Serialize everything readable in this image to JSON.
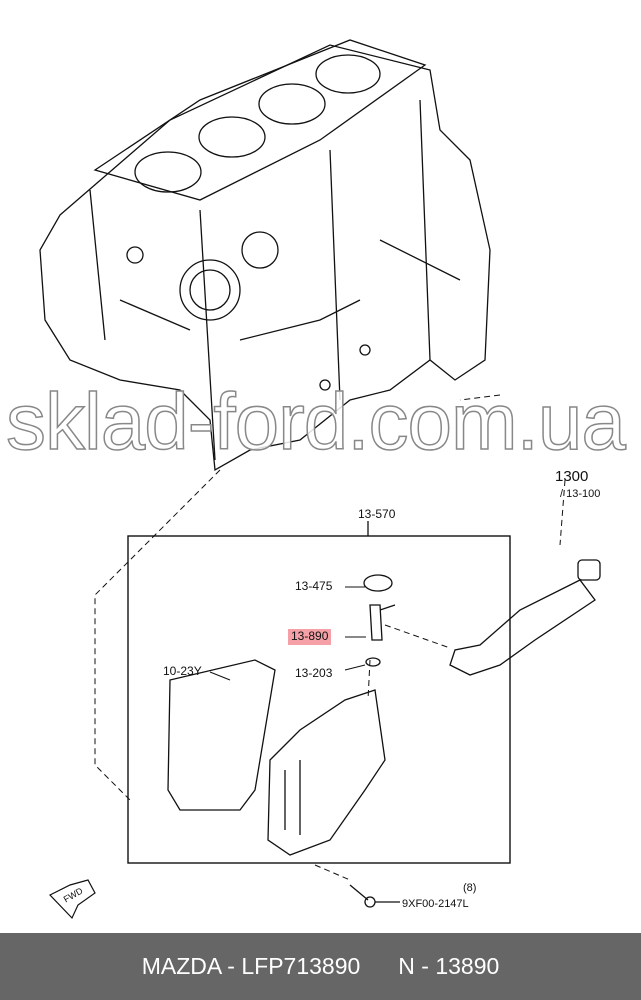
{
  "diagram": {
    "labels": {
      "l1300": "1300",
      "l13100": "/ 13-100",
      "l13570": "13-570",
      "l13475": "13-475",
      "l13890": "13-890",
      "l13203": "13-203",
      "l1023y": "10-23Y",
      "bolt_qty": "(8)",
      "bolt": "9XF00-2147L",
      "fwd": "FWD"
    },
    "highlight_color": "#f4a0a6"
  },
  "watermark": "sklad-ford.com.ua",
  "footer": {
    "part": "MAZDA - LFP713890",
    "code": "N - 13890"
  }
}
